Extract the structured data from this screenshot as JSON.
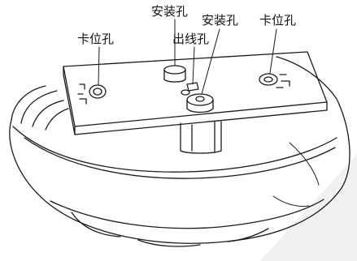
{
  "diagram": {
    "labels": {
      "clip_hole_left": "卡位孔",
      "mounting_hole_top": "安装孔",
      "cable_hole": "出线孔",
      "mounting_hole_right": "安装孔",
      "clip_hole_right": "卡位孔"
    },
    "colors": {
      "line": "#1a1a1a",
      "background": "#ffffff",
      "shadow": "#f1f1f1"
    }
  }
}
